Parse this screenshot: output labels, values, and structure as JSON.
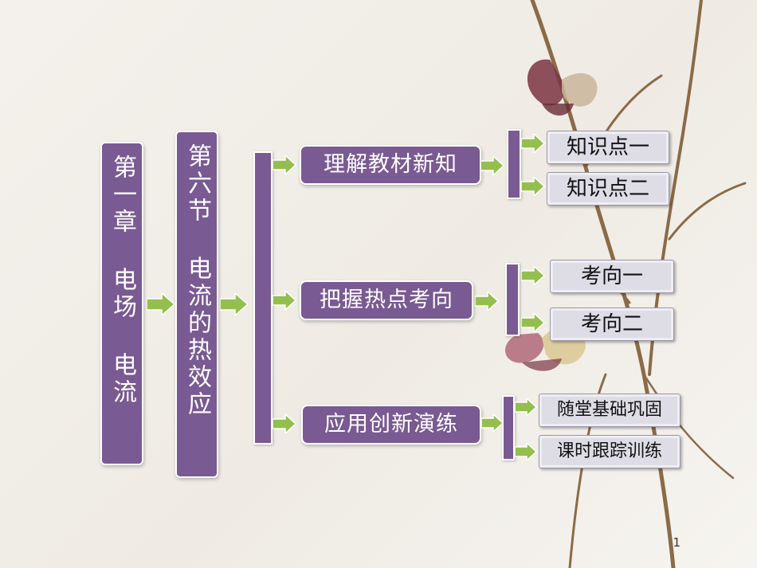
{
  "chapter": "第一章 电场 电流",
  "section": "第六节 电流的热效应",
  "branches": [
    {
      "label": "理解教材新知",
      "children": [
        "知识点一",
        "知识点二"
      ]
    },
    {
      "label": "把握热点考向",
      "children": [
        "考向一",
        "考向二"
      ]
    },
    {
      "label": "应用创新演练",
      "children": [
        "随堂基础巩固",
        "课时跟踪训练"
      ]
    }
  ],
  "page_number": "1",
  "colors": {
    "box": "#7a5a92",
    "arrow": "#94bf4e",
    "scroll": "#dedde6"
  }
}
